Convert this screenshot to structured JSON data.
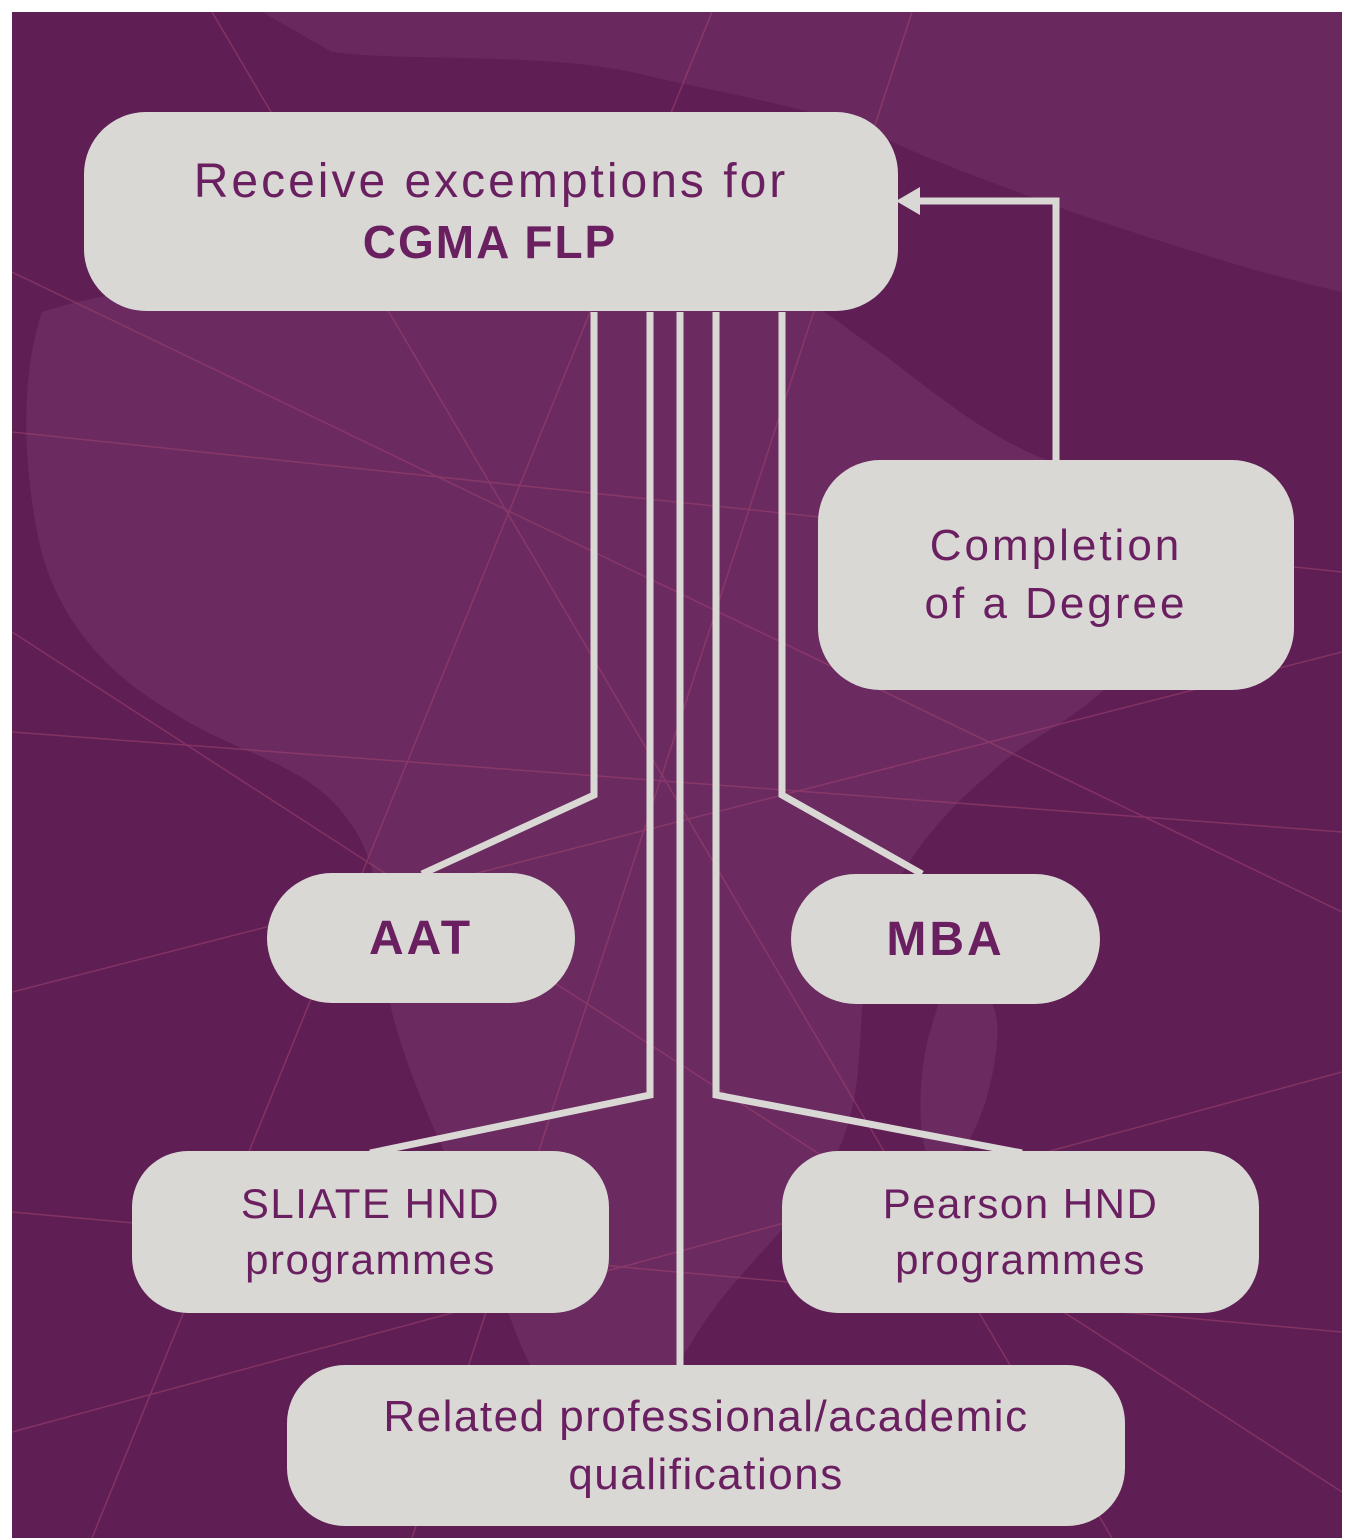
{
  "diagram": {
    "main_node": {
      "line1": "Receive excemptions for",
      "line2": "CGMA FLP"
    },
    "degree_node": {
      "line1": "Completion",
      "line2": "of a Degree"
    },
    "aat_node": {
      "label": "AAT"
    },
    "mba_node": {
      "label": "MBA"
    },
    "sliate_node": {
      "line1": "SLIATE HND",
      "line2": "programmes"
    },
    "pearson_node": {
      "line1": "Pearson HND",
      "line2": "programmes"
    },
    "related_node": {
      "line1": "Related professional/academic",
      "line2": "qualifications"
    }
  },
  "colors": {
    "background": "#5f1e54",
    "node_fill": "#d9d8d5",
    "node_text": "#6a1f60",
    "connector": "#d9d8d5",
    "border": "#ffffff"
  }
}
